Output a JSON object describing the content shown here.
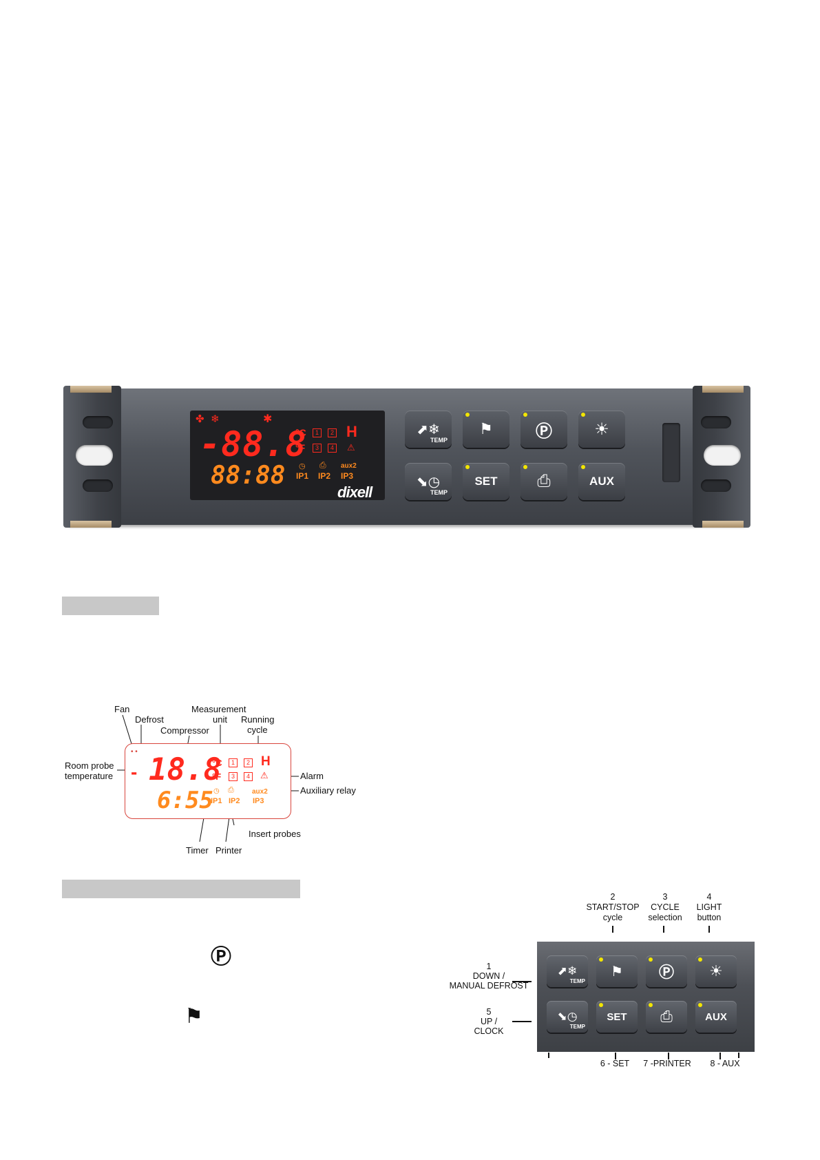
{
  "controller": {
    "main_temp": "-88.8",
    "clock": "88:88",
    "units": {
      "celsius": "°C",
      "fahrenheit": "°F"
    },
    "cycle_boxes": [
      "1",
      "2",
      "3",
      "4"
    ],
    "hold": "H",
    "probes": [
      "IP1",
      "IP2",
      "IP3"
    ],
    "aux2": "aux2",
    "brand": "dixell",
    "buttons": {
      "set": "SET",
      "aux": "AUX",
      "temp": "TEMP"
    }
  },
  "legend": {
    "fan": "Fan",
    "defrost": "Defrost",
    "compressor": "Compressor",
    "measurement_unit_1": "Measurement",
    "measurement_unit_2": "unit",
    "running_cycle_1": "Running",
    "running_cycle_2": "cycle",
    "room_probe_1": "Room probe",
    "room_probe_2": "temperature",
    "alarm": "Alarm",
    "auxiliary_relay": "Auxiliary relay",
    "insert_probes": "Insert probes",
    "timer": "Timer",
    "printer": "Printer",
    "display_temp": "18.8",
    "display_time": "6:55",
    "celsius": "°C",
    "fahrenheit": "°F",
    "box1": "1",
    "box2": "2",
    "box3": "3",
    "box4": "4",
    "hold": "H",
    "aux2": "aux2",
    "ip1": "IP1",
    "ip2": "IP2",
    "ip3": "IP3"
  },
  "keypad": {
    "k1_num": "1",
    "k1_l1": "DOWN /",
    "k1_l2": "MANUAL DEFROST",
    "k2_num": "2",
    "k2_l1": "START/STOP",
    "k2_l2": "cycle",
    "k3_num": "3",
    "k3_l1": "CYCLE",
    "k3_l2": "selection",
    "k4_num": "4",
    "k4_l1": "LIGHT",
    "k4_l2": "button",
    "k5_num": "5",
    "k5_l1": "UP /",
    "k5_l2": "CLOCK",
    "k6": "6 - SET",
    "k7": "7 -PRINTER",
    "k8": "8 - AUX",
    "set": "SET",
    "aux": "AUX",
    "temp": "TEMP"
  }
}
